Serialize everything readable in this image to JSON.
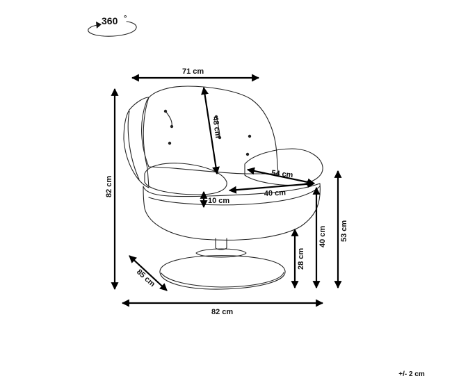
{
  "rotation": {
    "label": "360",
    "degree_symbol": "°"
  },
  "dimensions": {
    "width": "71 cm",
    "backrest_height": "48 cm",
    "total_height": "82 cm",
    "seat_depth": "54 cm",
    "seat_width": "40 cm",
    "cushion_thickness": "10 cm",
    "seat_height": "40 cm",
    "armrest_height": "53 cm",
    "base_height": "28 cm",
    "base_diameter": "85 cm",
    "total_width": "82 cm"
  },
  "tolerance": "+/- 2 cm"
}
